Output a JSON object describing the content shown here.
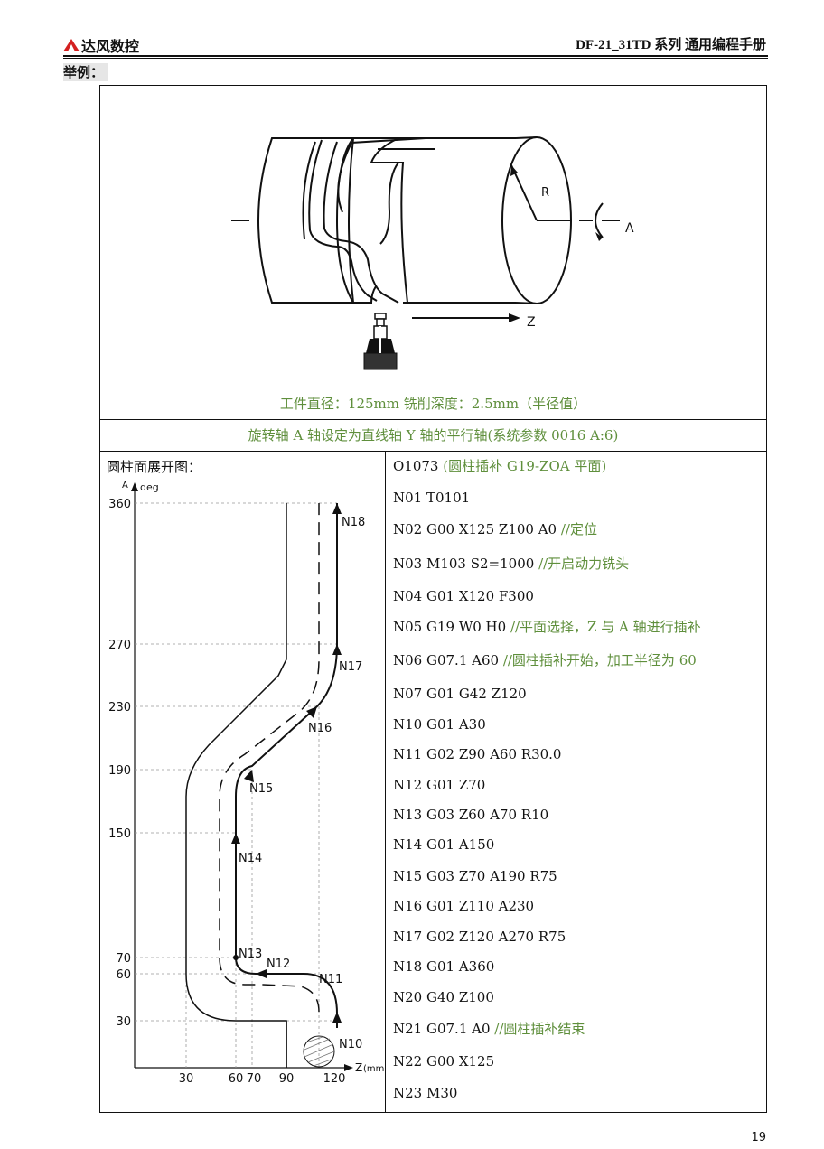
{
  "header": {
    "brand": "达风数控",
    "doc_title": "DF-21_31TD 系列  通用编程手册"
  },
  "section_label": "举例：",
  "workpiece": {
    "radius_label": "R",
    "axis_a_label": "A",
    "axis_z_label": "Z"
  },
  "params": {
    "line1": "工件直径：125mm     铣削深度：2.5mm（半径值）",
    "line2": "旋转轴 A 轴设定为直线轴 Y 轴的平行轴(系统参数 0016   A:6)"
  },
  "unrolled": {
    "title": "圆柱面展开图：",
    "y_axis_label": "A",
    "y_unit": "deg",
    "x_axis_label": "Z",
    "x_unit": "(mm)",
    "y_ticks": [
      "360",
      "270",
      "230",
      "190",
      "150",
      "70",
      "60",
      "30"
    ],
    "x_ticks": [
      "30",
      "60",
      "70",
      "90",
      "120"
    ],
    "blocks": [
      "N18",
      "N17",
      "N16",
      "N15",
      "N14",
      "N13",
      "N12",
      "N11",
      "N10"
    ]
  },
  "program": {
    "title_code": "O1073",
    "title_comment": "(圆柱插补 G19-ZOA 平面)",
    "lines": [
      {
        "code": "N01 T0101",
        "comment": ""
      },
      {
        "code": "N02 G00 X125 Z100 A0 ",
        "comment": "//定位"
      },
      {
        "code": "N03 M103 S2=1000 ",
        "comment": "//开启动力铣头"
      },
      {
        "code": "N04 G01 X120 F300",
        "comment": ""
      },
      {
        "code": "N05 G19 W0 H0 ",
        "comment": "//平面选择，Z 与 A 轴进行插补"
      },
      {
        "code": "N06 G07.1 A60 ",
        "comment": "//圆柱插补开始，加工半径为 60"
      },
      {
        "code": "N07 G01 G42 Z120",
        "comment": ""
      },
      {
        "code": "N10 G01 A30",
        "comment": ""
      },
      {
        "code": "N11 G02 Z90 A60 R30.0",
        "comment": ""
      },
      {
        "code": "N12 G01 Z70",
        "comment": ""
      },
      {
        "code": "N13 G03 Z60 A70 R10",
        "comment": ""
      },
      {
        "code": "N14 G01 A150",
        "comment": ""
      },
      {
        "code": "N15 G03 Z70 A190 R75",
        "comment": ""
      },
      {
        "code": "N16 G01 Z110 A230",
        "comment": ""
      },
      {
        "code": "N17 G02 Z120 A270 R75",
        "comment": ""
      },
      {
        "code": "N18 G01 A360",
        "comment": ""
      },
      {
        "code": "N20 G40 Z100",
        "comment": ""
      },
      {
        "code": "N21 G07.1 A0 ",
        "comment": "//圆柱插补结束"
      },
      {
        "code": "N22 G00 X125",
        "comment": ""
      },
      {
        "code": "N23 M30",
        "comment": ""
      }
    ]
  },
  "page_number": "19",
  "colors": {
    "comment_green": "#5f8f3c",
    "line": "#111111"
  }
}
